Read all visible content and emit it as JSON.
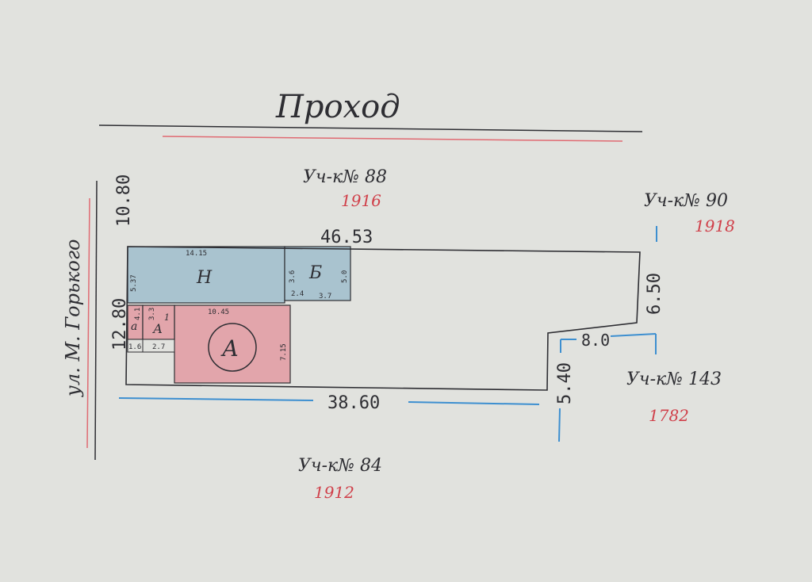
{
  "street_top": "Проход",
  "street_left": "ул. М. Горького",
  "neighbors": {
    "n88": {
      "label": "Уч-к№ 88",
      "year": "1916"
    },
    "n90": {
      "label": "Уч-к№ 90",
      "year": "1918"
    },
    "n143": {
      "label": "Уч-к№ 143",
      "year": "1782"
    },
    "n84": {
      "label": "Уч-к№ 84",
      "year": "1912"
    }
  },
  "dimensions": {
    "top": "46.53",
    "bottom": "38.60",
    "left_upper": "10.80",
    "left_lower": "12.80",
    "right_upper": "6.50",
    "right_step": "8.0",
    "right_lower": "5.40"
  },
  "buildings": {
    "H": {
      "label": "Н",
      "width": "14.15",
      "depth": "5.37"
    },
    "B": {
      "label": "Б",
      "d1": "3.6",
      "d2": "5.0",
      "w1": "2.4",
      "w2": "3.7"
    },
    "A": {
      "label": "А",
      "width": "10.45",
      "depth": "7.15"
    },
    "a": {
      "label": "а",
      "d1": "4.1",
      "w1": "1.6"
    },
    "A1": {
      "label": "А",
      "sup": "1",
      "d1": "3.3",
      "w1": "2.7"
    }
  },
  "colors": {
    "building_blue": "#a9c3cf",
    "building_red": "#e2a5ab",
    "red_line": "#e06a72",
    "blue_line": "#3d8fd0",
    "ink": "#2e2e33"
  }
}
